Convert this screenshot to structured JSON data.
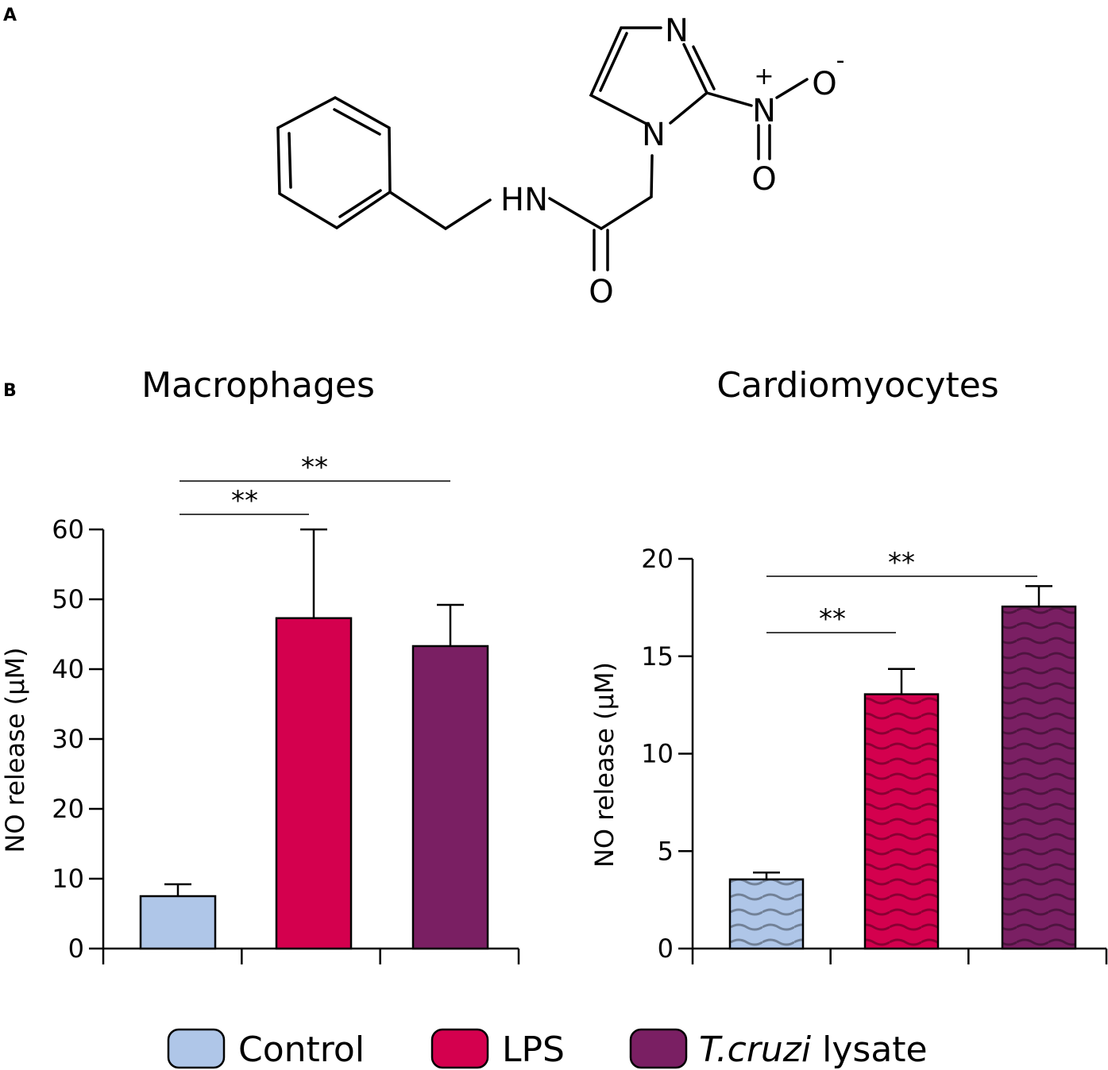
{
  "panel_a": {
    "letter": "A",
    "atoms": {
      "n_ring_top": "N",
      "n_ring_bottom": "N",
      "n_nitro": "N",
      "plus": "+",
      "o_nitro_right": "O",
      "minus": "-",
      "o_nitro_bottom": "O",
      "hn": "HN",
      "o_carbonyl": "O"
    }
  },
  "panel_b": {
    "letter": "B"
  },
  "legend": {
    "items": [
      {
        "label": "Control",
        "color": "#afc6e8"
      },
      {
        "label": "LPS",
        "color": "#d4004e"
      },
      {
        "label_italic": "T.cruzi",
        "label_rest": " lysate",
        "color": "#7a1f63"
      }
    ]
  },
  "colors": {
    "control": "#afc6e8",
    "lps": "#d4004e",
    "tcruzi": "#7a1f63",
    "wave": "rgba(0,0,0,0.35)"
  },
  "chart_data": [
    {
      "type": "bar",
      "title": "Macrophages",
      "ylabel": "NO release (µM)",
      "ylim": [
        0,
        60
      ],
      "yticks": [
        0,
        10,
        20,
        30,
        40,
        50,
        60
      ],
      "categories": [
        "Control",
        "LPS",
        "T.cruzi lysate"
      ],
      "values": [
        7.5,
        47.3,
        43.3
      ],
      "errors": [
        1.7,
        12.7,
        5.9
      ],
      "pattern": "solid",
      "significance": [
        {
          "from": 0,
          "to": 1,
          "label": "**"
        },
        {
          "from": 0,
          "to": 2,
          "label": "**"
        }
      ]
    },
    {
      "type": "bar",
      "title": "Cardiomyocytes",
      "ylabel": "NO release (µM)",
      "ylim": [
        0,
        20
      ],
      "yticks": [
        0,
        5,
        10,
        15,
        20
      ],
      "categories": [
        "Control",
        "LPS",
        "T.cruzi lysate"
      ],
      "values": [
        3.55,
        13.05,
        17.55
      ],
      "errors": [
        0.35,
        1.3,
        1.05
      ],
      "pattern": "wave",
      "significance": [
        {
          "from": 0,
          "to": 1,
          "label": "**"
        },
        {
          "from": 0,
          "to": 2,
          "label": "**"
        }
      ]
    }
  ]
}
